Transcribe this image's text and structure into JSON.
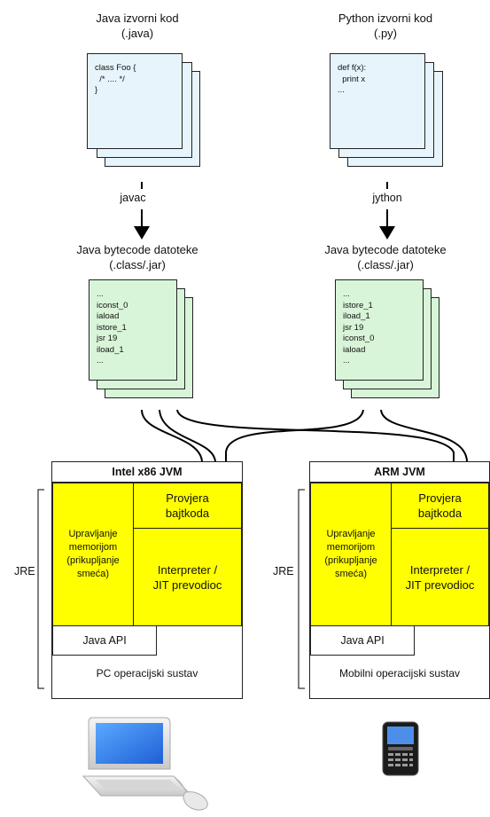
{
  "left": {
    "source_title_1": "Java izvorni kod",
    "source_title_2": "(.java)",
    "source_code": "class Foo {\n  /* .... */\n}",
    "compiler": "javac",
    "bytecode_title_1": "Java bytecode datoteke",
    "bytecode_title_2": "(.class/.jar)",
    "bytecode": "...\niconst_0\niaload\nistore_1\njsr 19\niload_1\n...",
    "jvm_title": "Intel x86 JVM",
    "verifier": "Provjera\nbajtkoda",
    "memory": "Upravljanje\nmemorijom\n(prikupljanje\nsmeća)",
    "interpreter": "Interpreter /\nJIT prevodioc",
    "api": "Java API",
    "os": "PC operacijski sustav",
    "jre": "JRE"
  },
  "right": {
    "source_title_1": "Python izvorni kod",
    "source_title_2": "(.py)",
    "source_code": "def f(x):\n  print x\n...",
    "compiler": "jython",
    "bytecode_title_1": "Java bytecode datoteke",
    "bytecode_title_2": "(.class/.jar)",
    "bytecode": "...\nistore_1\niload_1\njsr 19\niconst_0\niaload\n...",
    "jvm_title": "ARM JVM",
    "verifier": "Provjera\nbajtkoda",
    "memory": "Upravljanje\nmemorijom\n(prikupljanje\nsmeća)",
    "interpreter": "Interpreter /\nJIT prevodioc",
    "api": "Java API",
    "os": "Mobilni operacijski sustav",
    "jre": "JRE"
  },
  "icons": {
    "laptop": "laptop-icon",
    "phone": "smartphone-icon"
  },
  "colors": {
    "source_sheet": "#e7f4fb",
    "bytecode_sheet": "#d9f5d9",
    "jvm_component": "#ffff00"
  }
}
